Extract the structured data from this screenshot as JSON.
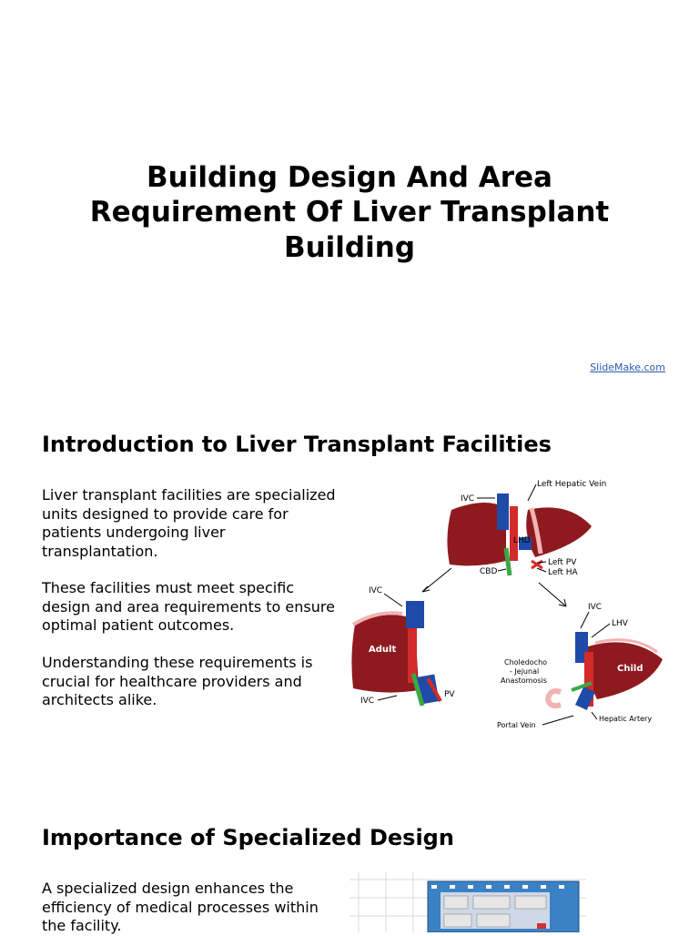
{
  "title_lines": [
    "Building Design And Area",
    "Requirement Of Liver Transplant",
    "Building"
  ],
  "source_link": "SlideMake.com",
  "sections": [
    {
      "heading": "Introduction to Liver Transplant Facilities",
      "paragraphs": [
        "Liver transplant facilities are specialized units designed to provide care for patients undergoing liver transplantation.",
        "These facilities must meet specific design and area requirements to ensure optimal patient outcomes.",
        "Understanding these requirements is crucial for healthcare providers and architects alike."
      ],
      "figure_labels": {
        "ivc_top": "IVC",
        "left_hepatic_vein": "Left Hepatic Vein",
        "lhd": "LHD",
        "cbd": "CBD",
        "left_pv": "Left PV",
        "left_ha": "Left HA",
        "ivc_adult": "IVC",
        "adult": "Adult",
        "pv": "PV",
        "ivc_adult_bottom": "IVC",
        "ivc_child": "IVC",
        "lhv": "LHV",
        "choledocho_1": "Choledocho",
        "choledocho_2": "- Jejunal",
        "choledocho_3": "Anastomosis",
        "child": "Child",
        "portal_vein": "Portal Vein",
        "hepatic_artery": "Hepatic Artery"
      }
    },
    {
      "heading": "Importance of Specialized Design",
      "paragraphs": [
        "A specialized design enhances the efficiency of medical processes within the facility."
      ]
    }
  ],
  "colors": {
    "liver": "#8e1a1f",
    "vein_blue": "#1f4aa8",
    "artery_red": "#d42a2a",
    "duct_green": "#3aa845",
    "link": "#2a5db0"
  }
}
